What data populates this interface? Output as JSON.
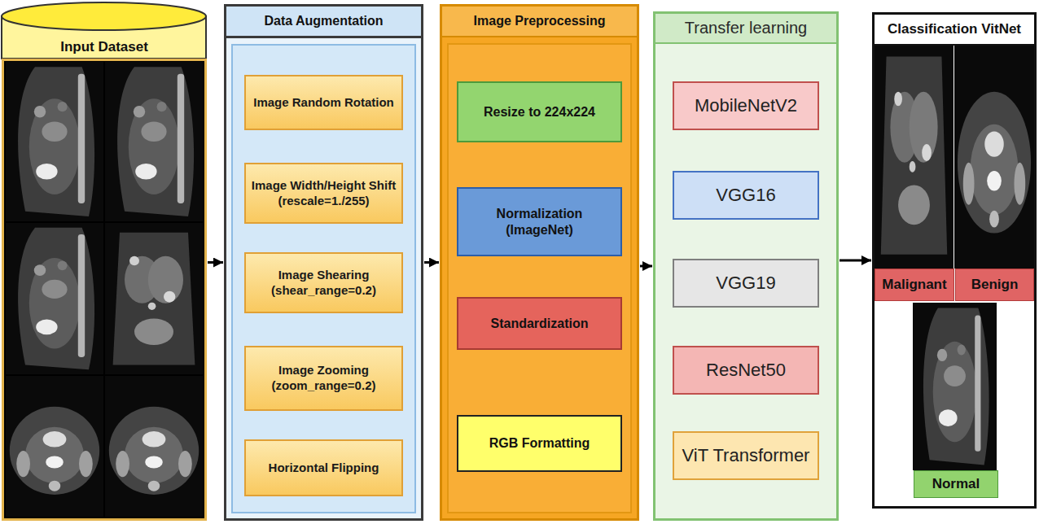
{
  "diagram": {
    "nodes": [
      {
        "text": [
          "Input Dataset"
        ]
      },
      {
        "text": [
          "Data Augmentation"
        ]
      },
      {
        "text": [
          "Image Random Rotation"
        ],
        "in": 1
      },
      {
        "text": [
          "Image Width/Height Shift (rescale=1./255)"
        ],
        "in": 1
      },
      {
        "text": [
          "Image Shearing (shear_range=0.2)"
        ],
        "in": 1
      },
      {
        "text": [
          "Image Zooming (zoom_range=0.2)"
        ],
        "in": 1
      },
      {
        "text": [
          "Horizontal Flipping"
        ],
        "in": 1
      },
      {
        "text": [
          "Image Preprocessing"
        ]
      },
      {
        "text": [
          "Resize to 224x224"
        ],
        "in": 7
      },
      {
        "text": [
          "Normalization (ImageNet)"
        ],
        "in": 7
      },
      {
        "text": [
          "Standardization"
        ],
        "in": 7
      },
      {
        "text": [
          "RGB Formatting"
        ],
        "in": 7
      },
      {
        "text": [
          "Transfer learning"
        ]
      },
      {
        "text": [
          "MobileNetV2"
        ],
        "in": 12
      },
      {
        "text": [
          "VGG16"
        ],
        "in": 12
      },
      {
        "text": [
          "VGG19"
        ],
        "in": 12
      },
      {
        "text": [
          "ResNet50"
        ],
        "in": 12
      },
      {
        "text": [
          "ViT Transformer"
        ],
        "in": 12
      },
      {
        "text": [
          "Classification VitNet"
        ]
      },
      {
        "text": [
          "Malignant"
        ],
        "in": 18
      },
      {
        "text": [
          "Benign"
        ],
        "in": 18
      },
      {
        "text": [
          "Normal"
        ],
        "in": 18
      }
    ],
    "edges": [
      {
        "from": 0,
        "to": 1,
        "arrow": "to"
      },
      {
        "from": 1,
        "to": 7,
        "arrow": "to"
      },
      {
        "from": 7,
        "to": 12,
        "arrow": "to"
      },
      {
        "from": 12,
        "to": 18,
        "arrow": "to"
      }
    ]
  }
}
